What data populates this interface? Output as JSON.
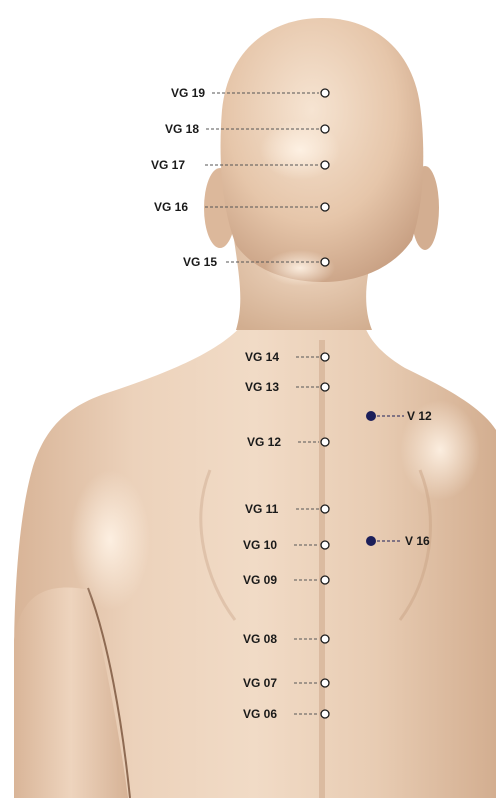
{
  "points": [
    {
      "id": "vg19",
      "label": "VG 19",
      "type": "open"
    },
    {
      "id": "vg18",
      "label": "VG 18",
      "type": "open"
    },
    {
      "id": "vg17",
      "label": "VG 17",
      "type": "open"
    },
    {
      "id": "vg16",
      "label": "VG 16",
      "type": "open"
    },
    {
      "id": "vg15",
      "label": "VG 15",
      "type": "open"
    },
    {
      "id": "vg14",
      "label": "VG 14",
      "type": "open"
    },
    {
      "id": "vg13",
      "label": "VG 13",
      "type": "open"
    },
    {
      "id": "v12",
      "label": "V 12",
      "type": "filled"
    },
    {
      "id": "vg12",
      "label": "VG 12",
      "type": "open"
    },
    {
      "id": "vg11",
      "label": "VG 11",
      "type": "open"
    },
    {
      "id": "vg10",
      "label": "VG 10",
      "type": "open"
    },
    {
      "id": "v16",
      "label": "V 16",
      "type": "filled"
    },
    {
      "id": "vg09",
      "label": "VG 09",
      "type": "open"
    },
    {
      "id": "vg08",
      "label": "VG 08",
      "type": "open"
    },
    {
      "id": "vg07",
      "label": "VG 07",
      "type": "open"
    },
    {
      "id": "vg06",
      "label": "VG 06",
      "type": "open"
    }
  ],
  "colors": {
    "skin_light": "#f2dcc8",
    "skin_mid": "#e3c2a6",
    "skin_shadow": "#c9a386",
    "open_marker_fill": "#ffffff",
    "marker_stroke": "#1a1a1a",
    "filled_marker": "#1c1f5a",
    "label_text": "#1a1a1a"
  }
}
